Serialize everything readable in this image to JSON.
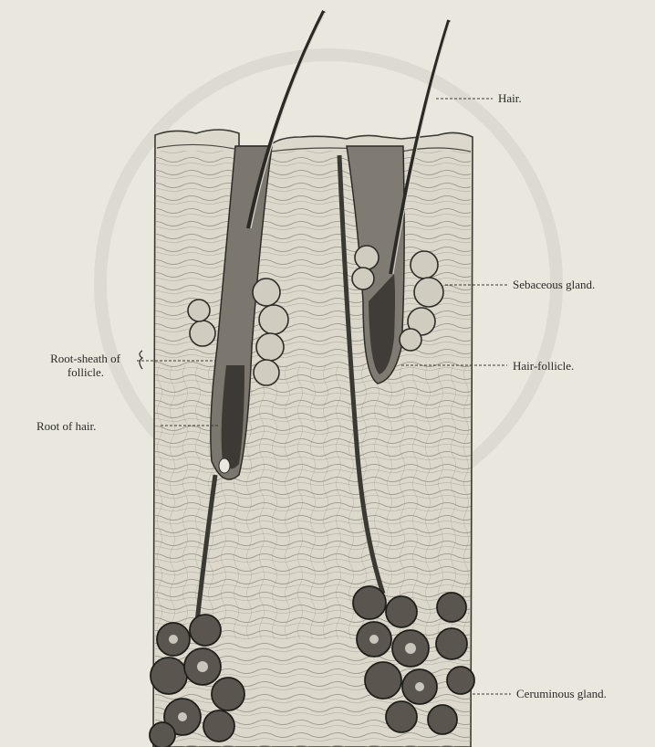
{
  "labels": {
    "hair": "Hair.",
    "sebaceous_gland": "Sebaceous gland.",
    "root_sheath_line1": "Root-sheath of",
    "root_sheath_line2": "follicle.",
    "hair_follicle": "Hair-follicle.",
    "root_of_hair": "Root of hair.",
    "ceruminous_gland": "Ceruminous gland."
  },
  "colors": {
    "paper": "#e9e7de",
    "ink": "#2a2926",
    "tissue": "#dcd8cc",
    "follicle": "#5b5650",
    "bleed_through": "#bdbab0"
  }
}
